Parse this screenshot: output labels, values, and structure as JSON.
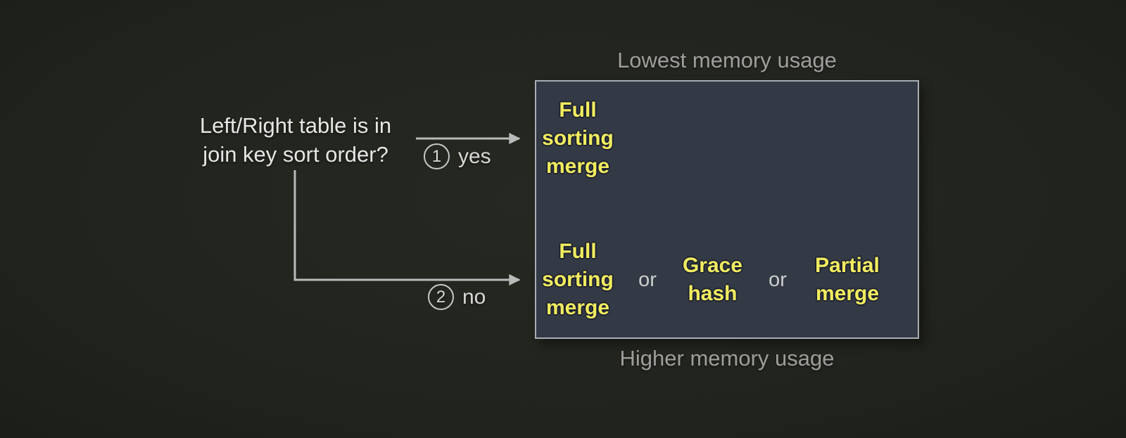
{
  "colors": {
    "background": "#22241e",
    "box_fill": "#343a45",
    "box_border": "#a8adb4",
    "strategy_yellow": "#f1ec5f",
    "strategy_outline": "#1d2130",
    "memory_label_gray": "#9e9e9c",
    "question_white": "#e6e6e4",
    "connector_gray": "#b9bbba"
  },
  "question": {
    "text": "Left/Right table is in\njoin key sort order?"
  },
  "branch_yes": {
    "number": "1",
    "label": "yes"
  },
  "branch_no": {
    "number": "2",
    "label": "no"
  },
  "box": {
    "label_above": "Lowest memory usage",
    "label_below": "Higher memory usage",
    "yes_result": "Full\nsorting\nmerge",
    "no_results": [
      "Full\nsorting\nmerge",
      "Grace\nhash",
      "Partial\nmerge"
    ],
    "or_label": "or"
  }
}
